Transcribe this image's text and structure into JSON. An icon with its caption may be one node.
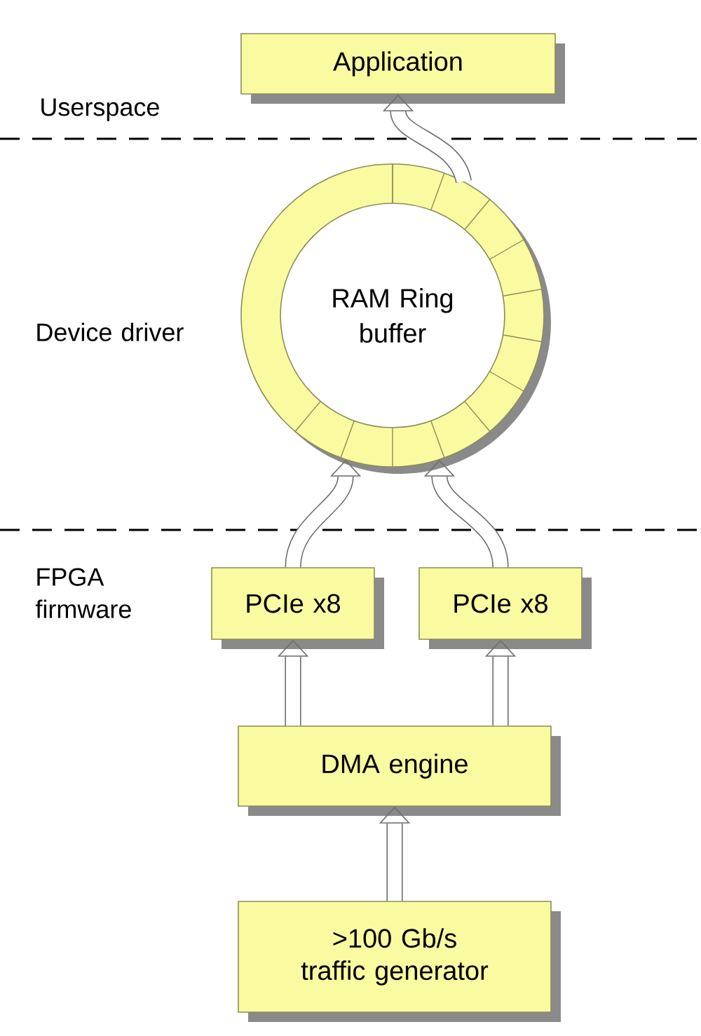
{
  "diagram": {
    "nodes": [
      {
        "text": [
          "Application"
        ]
      },
      {
        "text": [
          "RAM Ring buffer"
        ]
      },
      {
        "text": [
          "PCIe x8"
        ]
      },
      {
        "text": [
          "PCIe x8"
        ]
      },
      {
        "text": [
          "DMA engine"
        ]
      },
      {
        "text": [
          ">100 Gb/s traffic generator"
        ]
      }
    ],
    "edges": [
      {
        "from": 1,
        "to": 0,
        "arrow": "to"
      },
      {
        "from": 2,
        "to": 1,
        "arrow": "to"
      },
      {
        "from": 3,
        "to": 1,
        "arrow": "to"
      },
      {
        "from": 4,
        "to": 2,
        "arrow": "to"
      },
      {
        "from": 4,
        "to": 3,
        "arrow": "to"
      },
      {
        "from": 5,
        "to": 4,
        "arrow": "to"
      }
    ],
    "labels": [
      "Userspace",
      "Device driver",
      "FPGA firmware"
    ]
  }
}
